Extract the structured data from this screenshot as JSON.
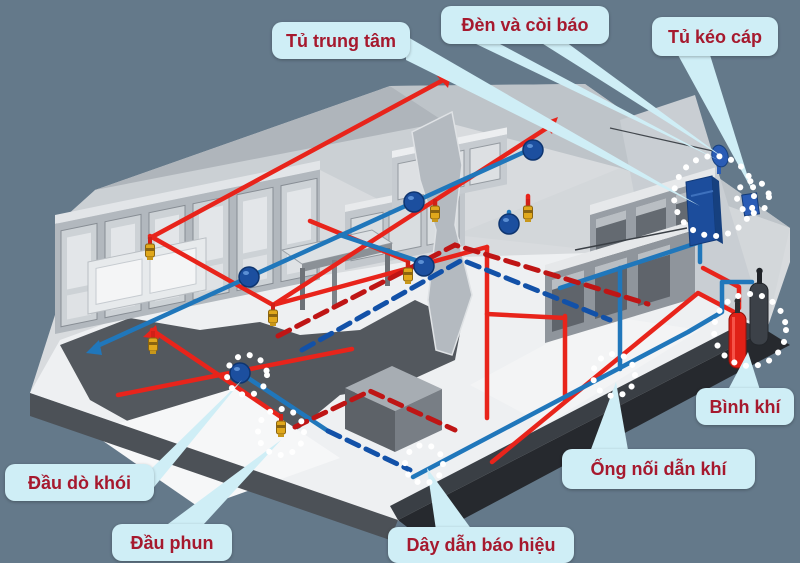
{
  "diagram": {
    "background_color": "#64798a",
    "bubble_color": "#cfeef6",
    "label_text_color": "#a6192e",
    "pipe_red": "#e8241b",
    "pipe_blue": "#2077bb",
    "signal_wire_red_dashed": "#bf1515",
    "signal_wire_blue_dashed": "#1251a8",
    "highlight_dot_color": "#ffffff",
    "nozzle_color": "#e0a81c",
    "detector_color": "#1c4f9f",
    "callouts": [
      {
        "id": "tu-trung-tam",
        "label": "Tủ trung tâm",
        "target": "wall-control-panel"
      },
      {
        "id": "den-va-coi-bao",
        "label": "Đèn và còi báo",
        "target": "alarm-light-and-siren"
      },
      {
        "id": "tu-keo-cap",
        "label": "Tủ kéo cáp",
        "target": "cable-pull-box"
      },
      {
        "id": "binh-khi",
        "label": "Bình khí",
        "target": "gas-cylinders"
      },
      {
        "id": "ong-noi-dan-khi",
        "label": "Ống nối dẫn khí",
        "target": "gas-connection-pipe"
      },
      {
        "id": "day-dan-bao-hieu",
        "label": "Dây dẫn báo hiệu",
        "target": "signal-wire"
      },
      {
        "id": "dau-phun",
        "label": "Đầu phun",
        "target": "spray-nozzle"
      },
      {
        "id": "dau-do-khoi",
        "label": "Đầu dò khói",
        "target": "smoke-detector"
      }
    ]
  }
}
